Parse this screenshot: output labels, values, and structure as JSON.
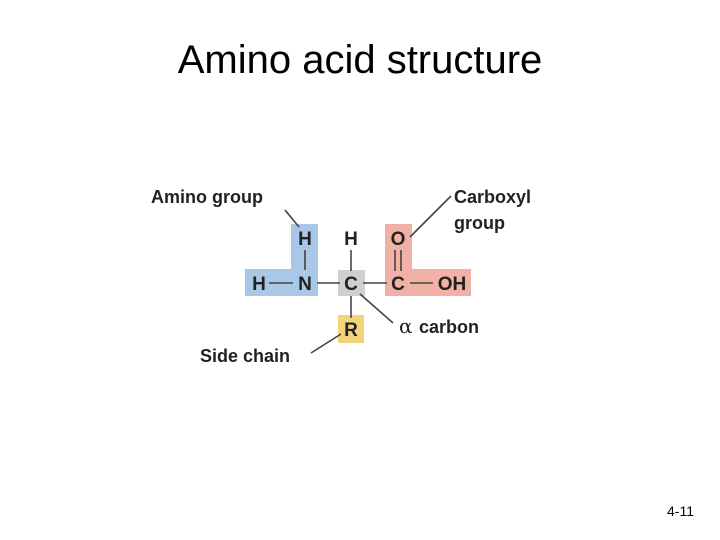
{
  "slide": {
    "title": "Amino acid structure",
    "page_number": "4-11"
  },
  "diagram": {
    "atoms": {
      "h_top_amino": "H",
      "h_left": "H",
      "n": "N",
      "h_top_alpha": "H",
      "c_alpha": "C",
      "o_top": "O",
      "c_carboxyl": "C",
      "oh": "OH",
      "r": "R"
    },
    "labels": {
      "amino_group": "Amino group",
      "carboxyl_line1": "Carboxyl",
      "carboxyl_line2": "group",
      "alpha_symbol": "α",
      "alpha_carbon": "carbon",
      "side_chain": "Side chain"
    },
    "colors": {
      "amino_highlight": "#a9c7e6",
      "alpha_highlight": "#cfcfcf",
      "carboxyl_highlight": "#f1b1a6",
      "r_highlight": "#f4d47a",
      "bond": "#444444"
    }
  }
}
